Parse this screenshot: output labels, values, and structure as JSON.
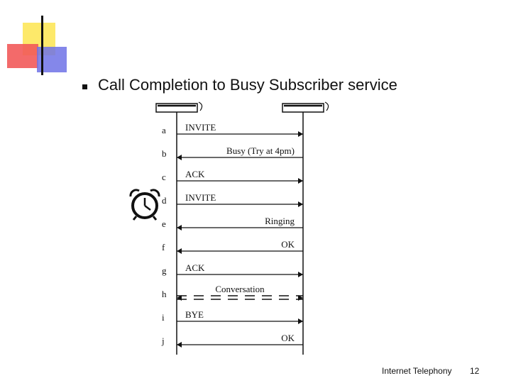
{
  "slide": {
    "title": "Call Completion to Busy Subscriber service",
    "footer": "Internet Telephony",
    "page_number": "12"
  },
  "diagram": {
    "steps": [
      {
        "letter": "a",
        "label": "INVITE",
        "direction": "right",
        "style": "solid"
      },
      {
        "letter": "b",
        "label": "Busy (Try at 4pm)",
        "direction": "left",
        "style": "solid"
      },
      {
        "letter": "c",
        "label": "ACK",
        "direction": "right",
        "style": "solid"
      },
      {
        "letter": "d",
        "label": "INVITE",
        "direction": "right",
        "style": "solid"
      },
      {
        "letter": "e",
        "label": "Ringing",
        "direction": "left",
        "style": "solid"
      },
      {
        "letter": "f",
        "label": "OK",
        "direction": "left",
        "style": "solid"
      },
      {
        "letter": "g",
        "label": "ACK",
        "direction": "right",
        "style": "solid"
      },
      {
        "letter": "h",
        "label": "Conversation",
        "direction": "both",
        "style": "dashed"
      },
      {
        "letter": "i",
        "label": "BYE",
        "direction": "right",
        "style": "solid"
      },
      {
        "letter": "j",
        "label": "OK",
        "direction": "left",
        "style": "solid"
      }
    ],
    "icons": {
      "left_phone": "telephone-icon",
      "right_phone": "telephone-icon",
      "alarm": "alarm-clock-icon"
    }
  }
}
